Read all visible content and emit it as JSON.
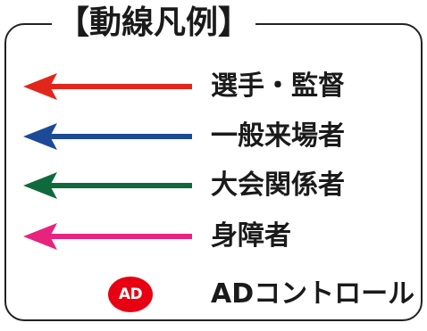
{
  "legend": {
    "title": "【動線凡例】",
    "items": [
      {
        "label": "選手・監督",
        "color": "#e3261c",
        "icon": "arrow-left-icon"
      },
      {
        "label": "一般来場者",
        "color": "#1d4a97",
        "icon": "arrow-left-icon"
      },
      {
        "label": "大会関係者",
        "color": "#0e6a3d",
        "icon": "arrow-left-icon"
      },
      {
        "label": "身障者",
        "color": "#e7237e",
        "icon": "arrow-left-icon"
      }
    ],
    "ad_control": {
      "badge_text": "AD",
      "badge_color": "#e60012",
      "label": "ADコントロール"
    }
  }
}
